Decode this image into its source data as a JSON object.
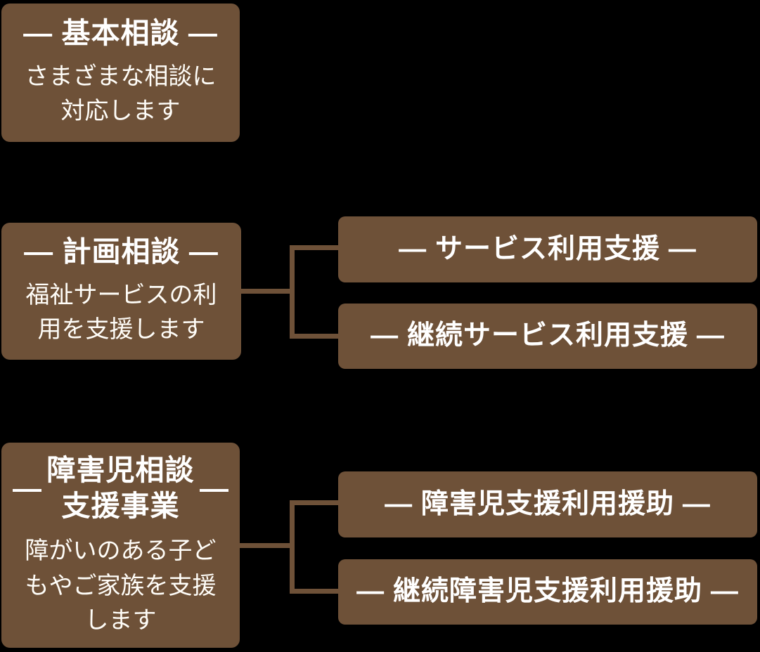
{
  "palette": {
    "background": "#000000",
    "node_fill": "#6E5138",
    "title_text": "#FFFFFF",
    "description_text": "#FFFDF8"
  },
  "diagram": {
    "type": "service-organization-chart",
    "nodes": {
      "basic": {
        "title": "— 基本相談 —",
        "desc": "さまざまな相談に\n対応します"
      },
      "plan": {
        "title": "— 計画相談 —",
        "desc": "福祉サービスの利\n用を支援します"
      },
      "child": {
        "dash": "—",
        "title_line1": "障害児相談",
        "title_line2": "支援事業",
        "desc": "障がいのある子ど\nもやご家族を支援\nします"
      },
      "service_use": {
        "title": "— サービス利用支援 —"
      },
      "service_use_cont": {
        "title": "— 継続サービス利用支援 —"
      },
      "child_support": {
        "title": "— 障害児支援利用援助 —"
      },
      "child_support_cont": {
        "title": "— 継続障害児支援利用援助 —"
      }
    },
    "edges": [
      {
        "from": "plan",
        "to": "service_use"
      },
      {
        "from": "plan",
        "to": "service_use_cont"
      },
      {
        "from": "child",
        "to": "child_support"
      },
      {
        "from": "child",
        "to": "child_support_cont"
      }
    ]
  }
}
